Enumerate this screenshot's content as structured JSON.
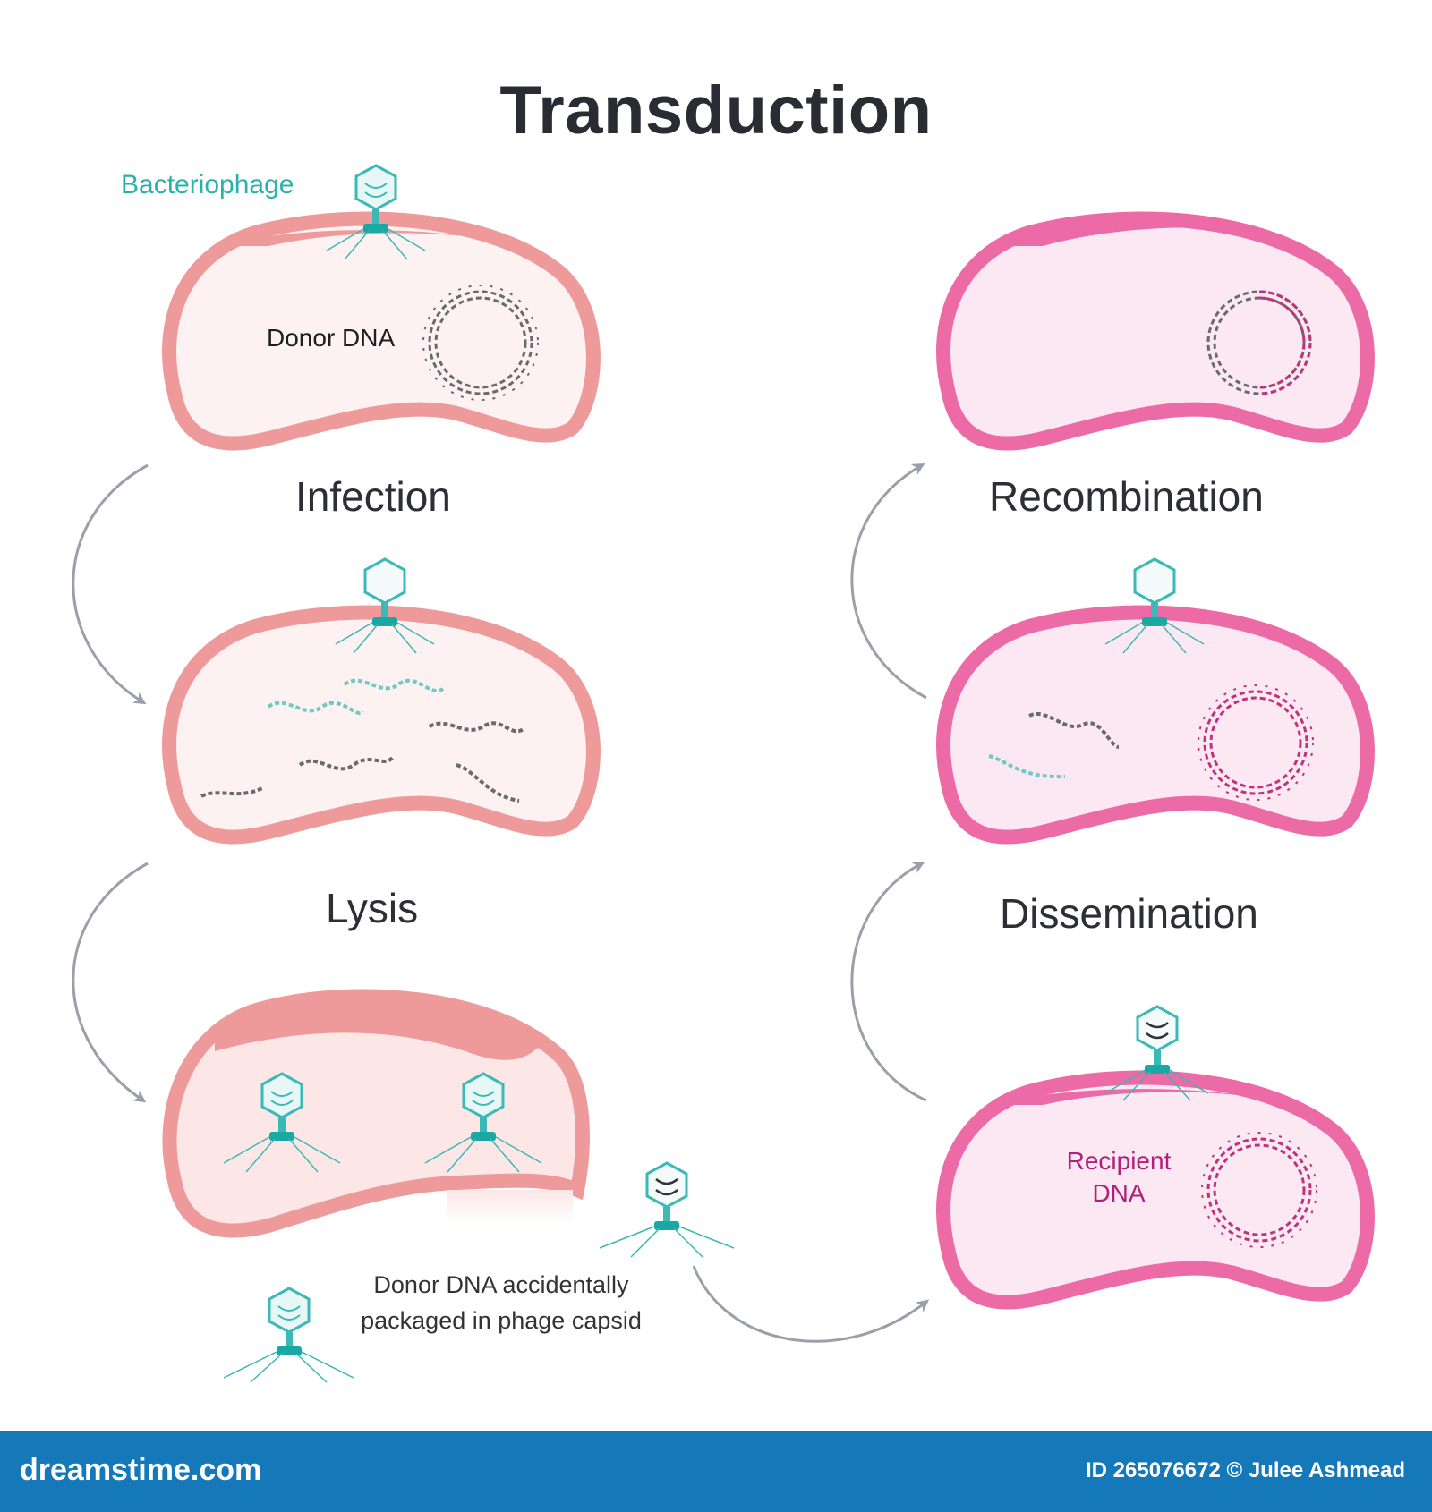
{
  "title": "Transduction",
  "labels": {
    "bacteriophage": "Bacteriophage",
    "donor_dna": "Donor DNA",
    "recipient_dna_line1": "Recipient",
    "recipient_dna_line2": "DNA",
    "caption_line1": "Donor DNA accidentally",
    "caption_line2": "packaged in phage capsid"
  },
  "stages": {
    "infection": "Infection",
    "lysis": "Lysis",
    "recombination": "Recombination",
    "dissemination": "Dissemination"
  },
  "footer": {
    "site": "dreamstime.com",
    "credit": "ID 265076672 © Julee Ashmead"
  },
  "colors": {
    "donor_cell_outline": "#ee9a9a",
    "donor_cell_fill": "#fdf1f1",
    "recipient_cell_outline": "#ec6aa6",
    "recipient_cell_fill": "#fce8f2",
    "phage": "#3ab9b6",
    "phage_base": "#1aa8a4",
    "recipient_dna": "#c0337c",
    "donor_dna": "#6a6a6a",
    "arrow": "#9aa0aa",
    "footer_bg": "#1578b8"
  }
}
